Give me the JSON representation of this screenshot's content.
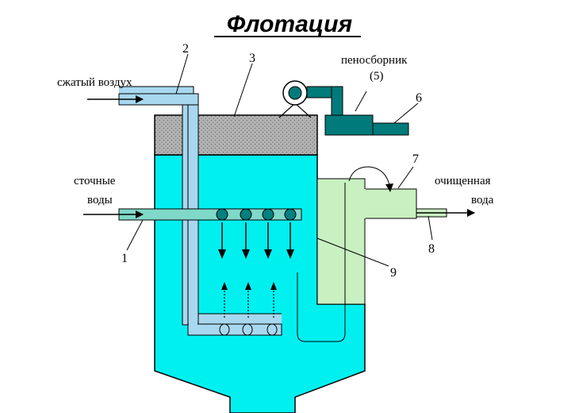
{
  "title": "Флотация",
  "labels": {
    "compressed_air": "сжатый воздух",
    "wastewater_line1": "сточные",
    "wastewater_line2": "воды",
    "foam_collector": "пеносборник",
    "foam_collector_number": "(5)",
    "clean_water_line1": "очищенная",
    "clean_water_line2": "вода"
  },
  "numbers": {
    "n1": "1",
    "n2": "2",
    "n3": "3",
    "n6": "6",
    "n7": "7",
    "n8": "8",
    "n9": "9"
  },
  "colors": {
    "water": "#00f0f0",
    "pipe": "#a8d8f0",
    "collector": "#007a7a",
    "clarified": "#c8f0c0",
    "foam": "#b0b0b0"
  }
}
